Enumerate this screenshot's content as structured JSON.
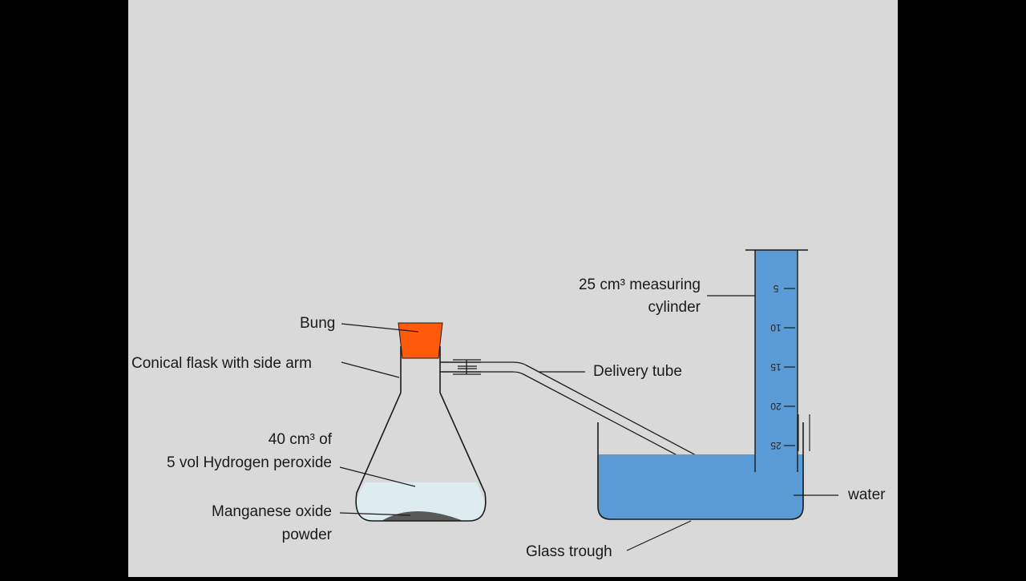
{
  "diagram": {
    "labels": {
      "bung": "Bung",
      "flask": "Conical flask with side arm",
      "peroxide_line1": "40 cm³ of",
      "peroxide_line2": "5 vol Hydrogen peroxide",
      "mno2_line1": "Manganese oxide",
      "mno2_line2": "powder",
      "cylinder_line1": "25 cm³ measuring",
      "cylinder_line2": "cylinder",
      "delivery": "Delivery tube",
      "water": "water",
      "trough": "Glass trough"
    },
    "cylinder_scale": [
      "5",
      "10",
      "15",
      "20",
      "25"
    ],
    "colors": {
      "background": "#d9d9d9",
      "frame": "#000000",
      "bung": "#ff5a0a",
      "water": "#5b9bd5",
      "peroxide": "#dcecef",
      "powder": "#595959",
      "outline": "#1a1a1a"
    }
  }
}
